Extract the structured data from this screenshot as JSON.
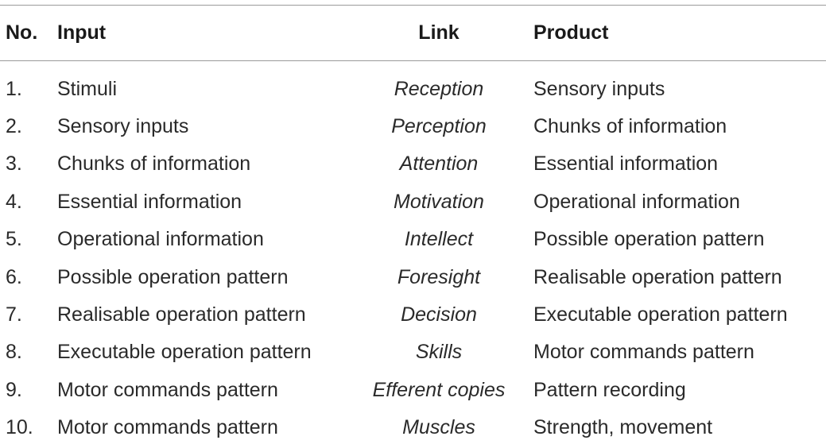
{
  "table": {
    "headers": {
      "no": "No.",
      "input": "Input",
      "link": "Link",
      "product": "Product"
    },
    "rows": [
      {
        "no": "1.",
        "input": "Stimuli",
        "link": "Reception",
        "product": "Sensory inputs"
      },
      {
        "no": "2.",
        "input": "Sensory inputs",
        "link": "Perception",
        "product": "Chunks of information"
      },
      {
        "no": "3.",
        "input": "Chunks of information",
        "link": "Attention",
        "product": "Essential information"
      },
      {
        "no": "4.",
        "input": "Essential information",
        "link": "Motivation",
        "product": "Operational information"
      },
      {
        "no": "5.",
        "input": "Operational information",
        "link": "Intellect",
        "product": "Possible operation pattern"
      },
      {
        "no": "6.",
        "input": "Possible operation pattern",
        "link": "Foresight",
        "product": "Realisable operation pattern"
      },
      {
        "no": "7.",
        "input": "Realisable operation pattern",
        "link": "Decision",
        "product": "Executable operation pattern"
      },
      {
        "no": "8.",
        "input": "Executable operation pattern",
        "link": "Skills",
        "product": "Motor commands pattern"
      },
      {
        "no": "9.",
        "input": "Motor commands pattern",
        "link": "Efferent copies",
        "product": "Pattern recording"
      },
      {
        "no": "10.",
        "input": "Motor commands pattern",
        "link": "Muscles",
        "product": "Strength, movement"
      }
    ]
  }
}
